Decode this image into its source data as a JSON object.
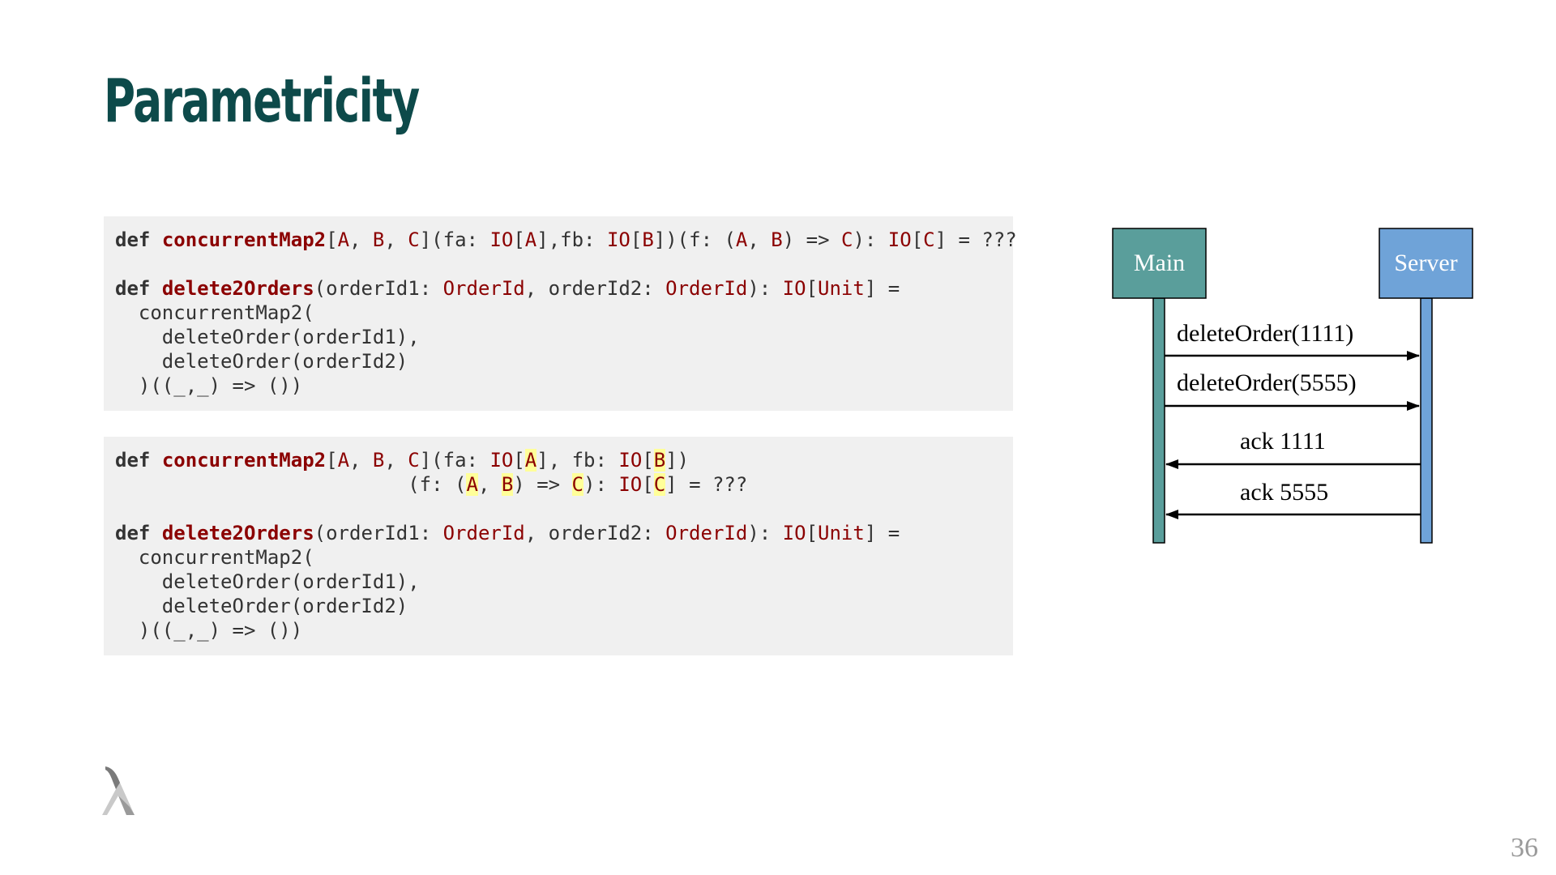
{
  "slide": {
    "title": "Parametricity",
    "page_number": "36"
  },
  "code_block_1": {
    "line1": {
      "kw": "def",
      "fn": "concurrentMap2",
      "tA": "A",
      "sep1": ", ",
      "tB": "B",
      "sep2": ", ",
      "tC": "C",
      "p1": "](fa: ",
      "io1": "IO",
      "b1": "[",
      "a2": "A",
      "p2": "],fb: ",
      "io2": "IO",
      "b2": "[",
      "b3": "B",
      "p3": "])(f: (",
      "a3": "A",
      "sep3": ", ",
      "b4": "B",
      "p4": ") => ",
      "c2": "C",
      "p5": "): ",
      "io3": "IO",
      "b5": "[",
      "c3": "C",
      "p6": "] = ???",
      "open": "["
    },
    "line2": {
      "kw": "def",
      "fn": "delete2Orders",
      "p1": "(orderId1: ",
      "t1": "OrderId",
      "p2": ", orderId2: ",
      "t2": "OrderId",
      "p3": "): ",
      "io": "IO",
      "b1": "[",
      "unit": "Unit",
      "p4": "] ="
    },
    "line3": "  concurrentMap2(",
    "line4": "    deleteOrder(orderId1),",
    "line5": "    deleteOrder(orderId2)",
    "line6": "  )((_,_) => ())"
  },
  "code_block_2": {
    "line1": {
      "kw": "def",
      "fn": "concurrentMap2",
      "open": "[",
      "tA": "A",
      "sep1": ", ",
      "tB": "B",
      "sep2": ", ",
      "tC": "C",
      "p1": "](fa: ",
      "io1": "IO",
      "b1": "[",
      "a2": "A",
      "p2": "], fb: ",
      "io2": "IO",
      "b2": "[",
      "b3": "B",
      "p3": "])"
    },
    "line2": {
      "indent": "                         (f: (",
      "a3": "A",
      "sep3": ", ",
      "b4": "B",
      "p4": ") => ",
      "c2": "C",
      "p5": "): ",
      "io3": "IO",
      "b5": "[",
      "c3": "C",
      "p6": "] = ???"
    },
    "line3": {
      "kw": "def",
      "fn": "delete2Orders",
      "p1": "(orderId1: ",
      "t1": "OrderId",
      "p2": ", orderId2: ",
      "t2": "OrderId",
      "p3": "): ",
      "io": "IO",
      "b1": "[",
      "unit": "Unit",
      "p4": "] ="
    },
    "line4": "  concurrentMap2(",
    "line5": "    deleteOrder(orderId1),",
    "line6": "    deleteOrder(orderId2)",
    "line7": "  )((_,_) => ())"
  },
  "diagram": {
    "participants": {
      "main": {
        "label": "Main",
        "color": "#5a9e9b"
      },
      "server": {
        "label": "Server",
        "color": "#6fa3d8"
      }
    },
    "messages": [
      {
        "label": "deleteOrder(1111)"
      },
      {
        "label": "deleteOrder(5555)"
      },
      {
        "label": "ack 1111"
      },
      {
        "label": "ack 5555"
      }
    ]
  },
  "colors": {
    "title": "#0d4a4a",
    "keyword_type": "#8b0000",
    "highlight": "#ffff99",
    "code_background": "#f0f0f0"
  }
}
